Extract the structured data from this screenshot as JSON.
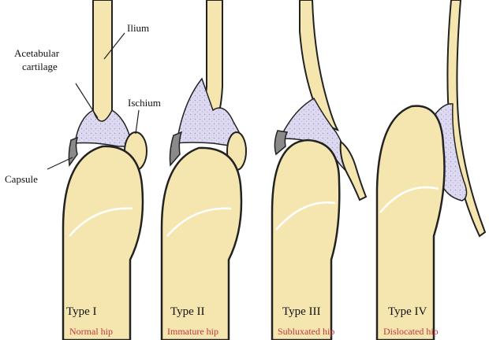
{
  "labels": {
    "ilium": "Ilium",
    "acetabular_cartilage_line1": "Acetabular",
    "acetabular_cartilage_line2": "cartilage",
    "ischium": "Ischium",
    "capsule": "Capsule"
  },
  "panels": [
    {
      "type": "Type I",
      "description": "Normal hip"
    },
    {
      "type": "Type II",
      "description": "Immature hip"
    },
    {
      "type": "Type III",
      "description": "Subluxated hip"
    },
    {
      "type": "Type IV",
      "description": "Dislocated hip"
    }
  ],
  "colors": {
    "bone": "#f5e6b0",
    "cartilage": "#d9d6ee",
    "capsule": "#8a8a8a",
    "outline": "#222222",
    "caption": "#c0383e"
  }
}
